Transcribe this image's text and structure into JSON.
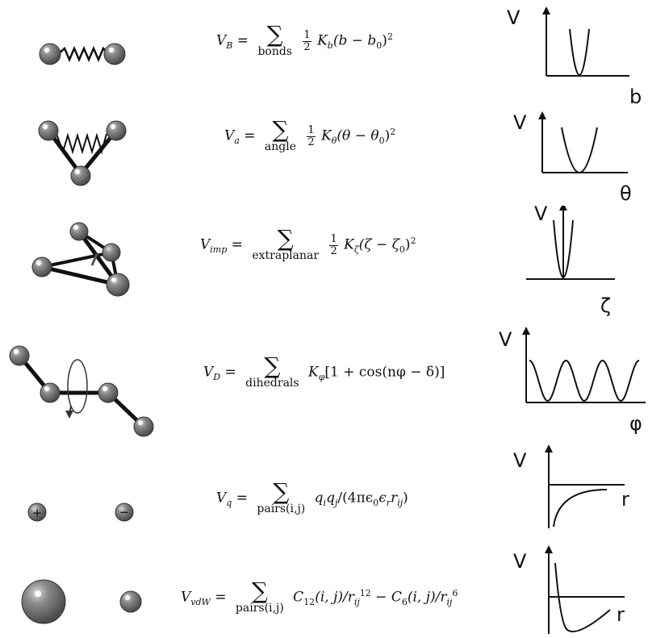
{
  "rows": [
    {
      "id": "bond",
      "equation": {
        "lhs_symbol": "V",
        "lhs_sub": "B",
        "sum_limit": "bonds",
        "frac_num": "1",
        "frac_den": "2",
        "k_symbol": "K",
        "k_sub": "b",
        "body": "(b − b",
        "body_sub": "0",
        "body_end": ")",
        "power": "2"
      },
      "plot": {
        "y_label": "V",
        "x_label": "b"
      }
    },
    {
      "id": "angle",
      "equation": {
        "lhs_symbol": "V",
        "lhs_sub": "a",
        "sum_limit": "angle",
        "frac_num": "1",
        "frac_den": "2",
        "k_symbol": "K",
        "k_sub": "θ",
        "body": "(θ − θ",
        "body_sub": "0",
        "body_end": ")",
        "power": "2"
      },
      "plot": {
        "y_label": "V",
        "x_label": "θ"
      }
    },
    {
      "id": "improper",
      "equation": {
        "lhs_symbol": "V",
        "lhs_sub": "imp",
        "sum_limit": "extraplanar",
        "frac_num": "1",
        "frac_den": "2",
        "k_symbol": "K",
        "k_sub": "ζ",
        "body": "(ζ − ζ",
        "body_sub": "0",
        "body_end": ")",
        "power": "2"
      },
      "plot": {
        "y_label": "V",
        "x_label": "ζ"
      }
    },
    {
      "id": "dihedral",
      "equation": {
        "lhs_symbol": "V",
        "lhs_sub": "D",
        "sum_limit": "dihedrals",
        "k_symbol": "K",
        "k_sub": "φ",
        "body": "[1 + cos(nφ − δ)]"
      },
      "plot": {
        "y_label": "V",
        "x_label": "φ"
      }
    },
    {
      "id": "coulomb",
      "equation": {
        "lhs_symbol": "V",
        "lhs_sub": "q",
        "sum_limit": "pairs(i,j)",
        "body": "q",
        "q_i": "i",
        "q_j_text": "q",
        "q_j": "j",
        "denominator": "/(4πϵ",
        "eps0_sub": "0",
        "eps": "ϵ",
        "eps_r_sub": "r",
        "r": "r",
        "r_sub": "ij",
        "close": ")"
      },
      "plot": {
        "y_label": "V",
        "x_label": "r"
      },
      "charges": {
        "plus": "+",
        "minus": "−"
      }
    },
    {
      "id": "vdw",
      "equation": {
        "lhs_symbol": "V",
        "lhs_sub": "vdW",
        "sum_limit": "pairs(i,j)",
        "c12": "C",
        "c12_sub": "12",
        "ij_arg": "(i, j)/r",
        "ij_sub": "ij",
        "pow12": "12",
        "minus": " − ",
        "c6": "C",
        "c6_sub": "6",
        "pow6": "6"
      },
      "plot": {
        "y_label": "V",
        "x_label": "r"
      }
    }
  ]
}
